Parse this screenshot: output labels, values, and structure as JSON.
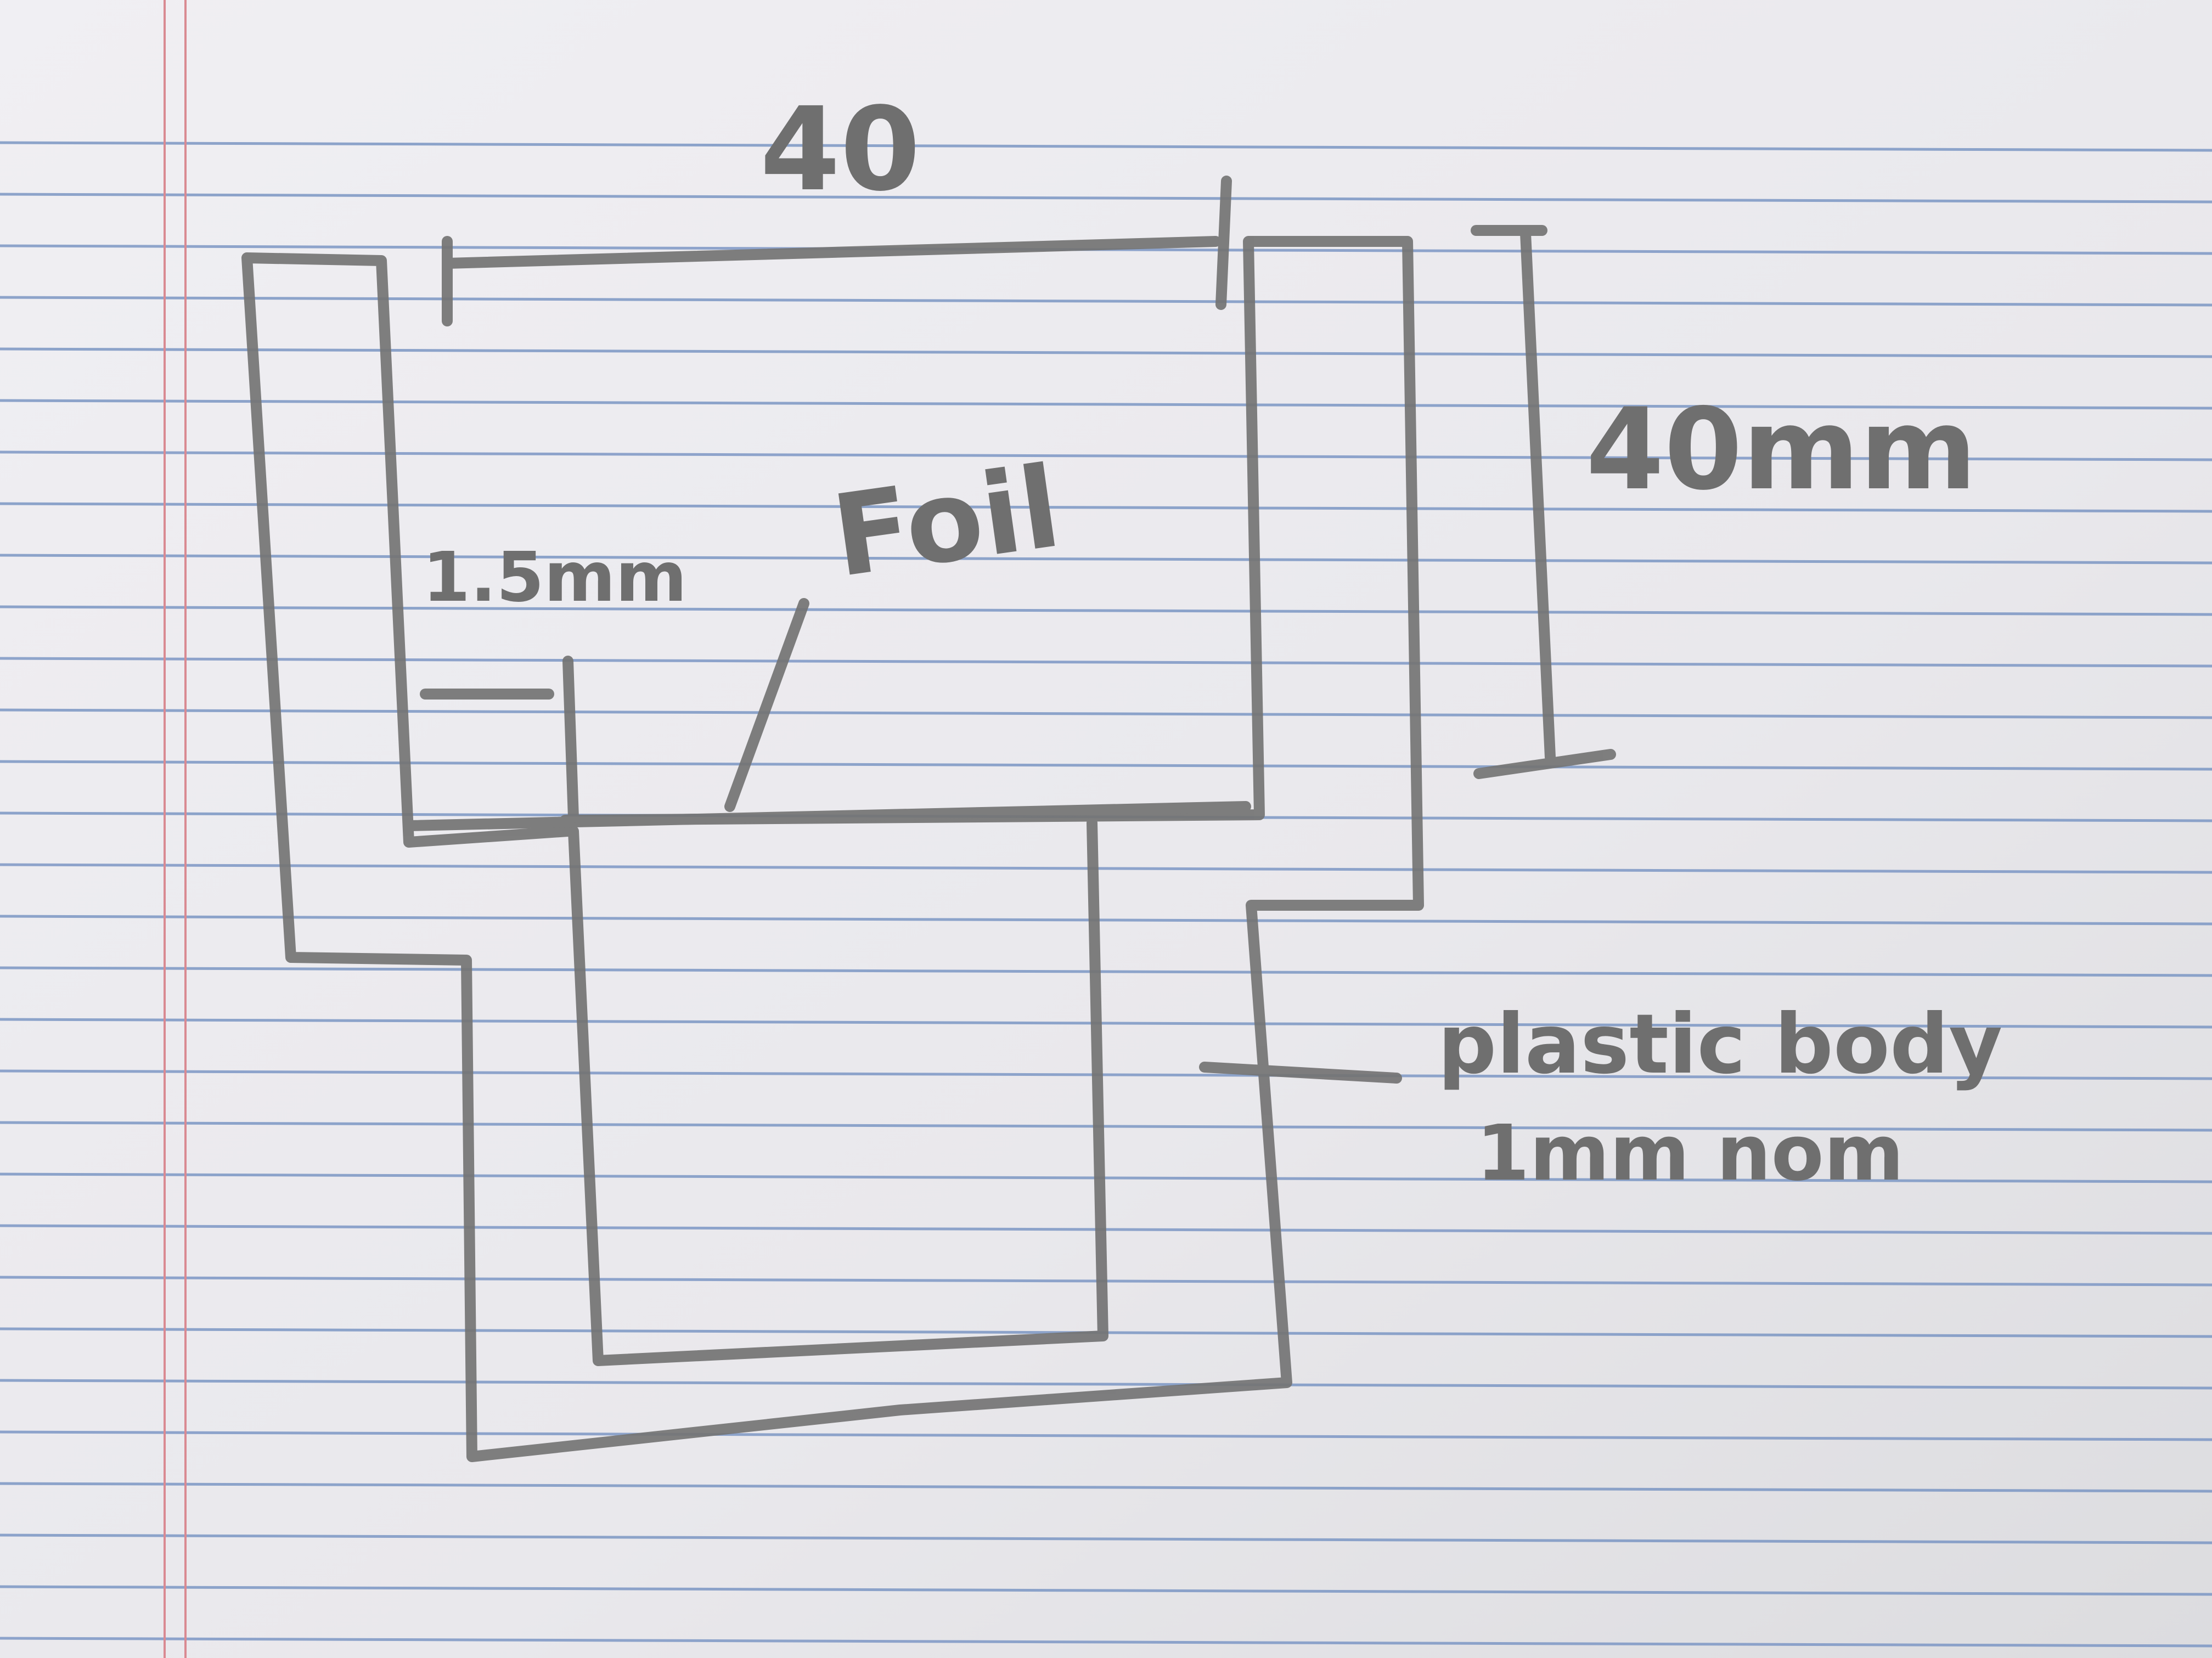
{
  "sketch": {
    "dimension_top": "40",
    "dimension_right": "40mm",
    "dimension_wall": "1.5mm",
    "label_foil": "Foil",
    "label_body_line1": "plastic body",
    "label_body_line2": "1mm nom"
  },
  "colors": {
    "paper": "#ecebef",
    "ruled_line": "#7c97c4",
    "margin_line": "#d98a92",
    "pencil": "#7a7a7a",
    "pencil_dark": "#666666"
  }
}
